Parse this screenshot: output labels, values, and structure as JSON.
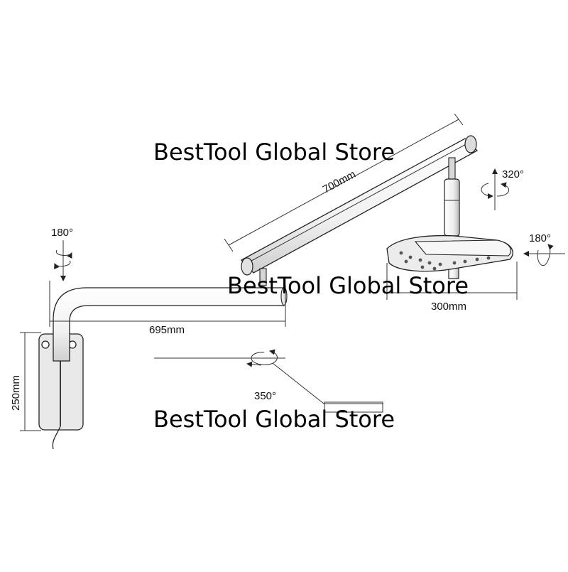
{
  "watermark": "BestTool Global Store",
  "dimensions": {
    "top_arm": "700mm",
    "lower_arm": "695mm",
    "wall_plate": "250mm",
    "light_head": "300mm"
  },
  "rotations": {
    "base": "180°",
    "head_vertical": "320°",
    "head_tilt": "180°",
    "middle": "350°"
  }
}
